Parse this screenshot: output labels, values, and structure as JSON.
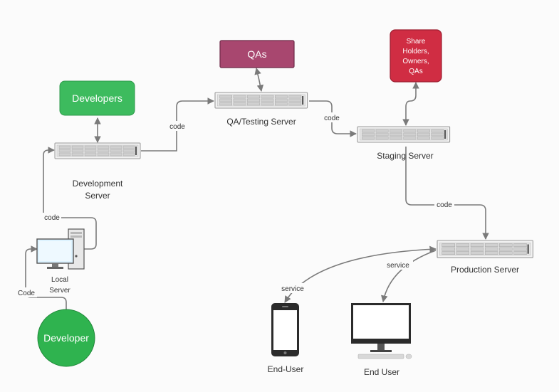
{
  "nodes": {
    "developers": {
      "label": "Developers"
    },
    "qas": {
      "label": "QAs"
    },
    "stakeholders": {
      "lines": [
        "Share",
        "Holders,",
        "Owners,",
        "QAs"
      ]
    },
    "developer": {
      "label": "Developer"
    },
    "dev_server": {
      "lines": [
        "Development",
        "Server"
      ]
    },
    "qa_server": {
      "label": "QA/Testing Server"
    },
    "staging_server": {
      "label": "Staging Server"
    },
    "prod_server": {
      "label": "Production Server"
    },
    "local_server": {
      "lines": [
        "Local",
        "Server"
      ]
    },
    "end_user_phone": {
      "label": "End-User"
    },
    "end_user_desktop": {
      "label": "End User"
    }
  },
  "edge_labels": {
    "dev_to_qa": "code",
    "qa_to_staging": "code",
    "staging_to_prod": "code",
    "local_to_dev": "code",
    "developer_to_local": "Code",
    "service_phone": "service",
    "service_desktop": "service"
  },
  "colors": {
    "developers": "#3dbb5e",
    "qas": "#a8476f",
    "stakeholders": "#d02d43",
    "developer": "#2fb34f",
    "connector": "#7a7a7a"
  }
}
